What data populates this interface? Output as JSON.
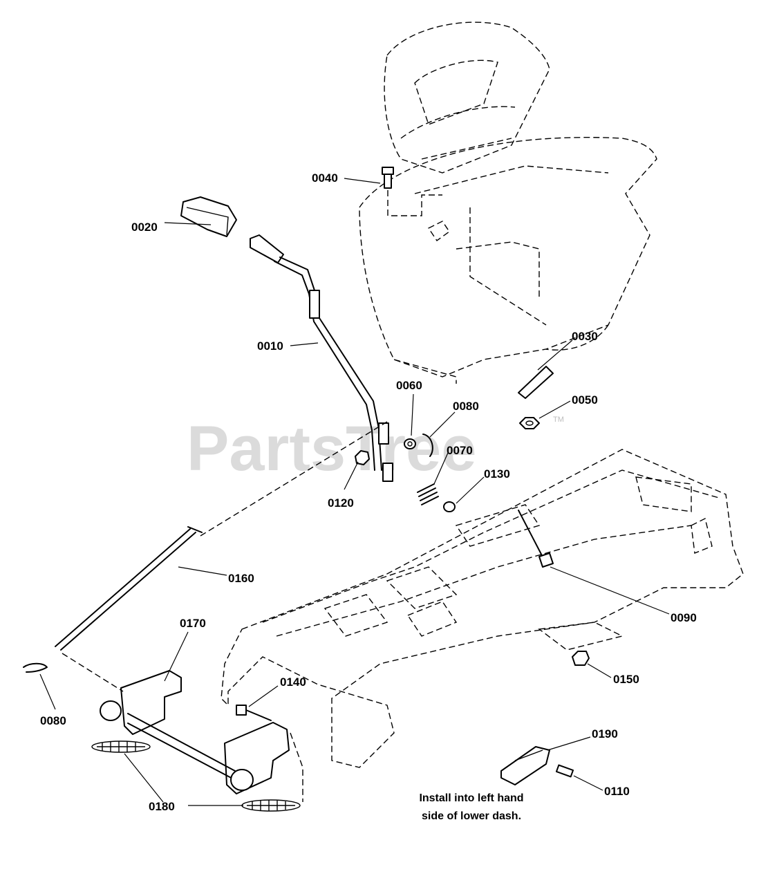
{
  "watermark": {
    "brand": "PartsTree",
    "trademark": "TM"
  },
  "labels": {
    "p0010": "0010",
    "p0020": "0020",
    "p0030": "0030",
    "p0040": "0040",
    "p0050": "0050",
    "p0060": "0060",
    "p0070": "0070",
    "p0080a": "0080",
    "p0080b": "0080",
    "p0090": "0090",
    "p0110": "0110",
    "p0120": "0120",
    "p0130": "0130",
    "p0140": "0140",
    "p0150": "0150",
    "p0160": "0160",
    "p0170": "0170",
    "p0180": "0180",
    "p0190": "0190"
  },
  "note": {
    "line1": "Install into left hand",
    "line2": "side of lower dash."
  }
}
